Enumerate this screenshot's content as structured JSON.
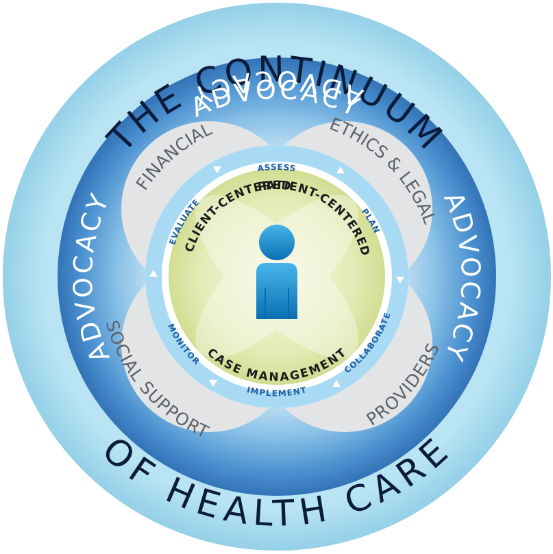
{
  "title": {
    "top": "THE CONTINUUM",
    "bottom": "OF HEALTH CARE"
  },
  "advocacy": {
    "top": "ADVOCACY",
    "left": "ADVOCACY",
    "right": "ADVOCACY",
    "bottom": "ADVOCACY"
  },
  "domains": {
    "top_left": "FINANCIAL",
    "top_right": "ETHICS & LEGAL",
    "bottom_left": "SOCIAL SUPPORT",
    "bottom_right": "PROVIDERS"
  },
  "process_steps": {
    "assess": "ASSESS",
    "plan": "PLAN",
    "collaborate": "COLLABORATE",
    "implement": "IMPLEMENT",
    "monitor": "MONITOR",
    "evaluate": "EVALUATE"
  },
  "center": {
    "left": "CLIENT-CENTERED",
    "right": "PATIENT-CENTERED",
    "bottom": "CASE MANAGEMENT"
  },
  "colors": {
    "outer_ring": "#a9dcee",
    "advocacy_ring": "#3d86c8",
    "domain_gray": "#e3e4e6",
    "arrow_blue": "#9fd6f2",
    "center_green": "#dde6ad",
    "person_blue": "#1a86c8"
  },
  "icons": {
    "center": "person-icon"
  }
}
